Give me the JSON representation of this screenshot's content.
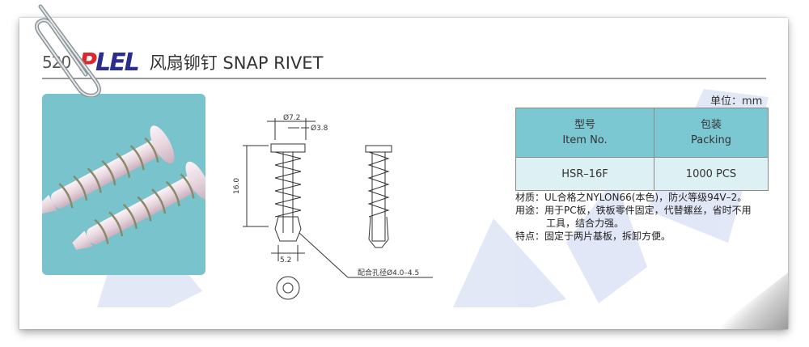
{
  "header": {
    "page_number": "520",
    "brand_part1": "P",
    "brand_part2": "LEL",
    "title": "风扇铆钉 SNAP RIVET"
  },
  "drawing": {
    "dim_head": "Ø7.2",
    "dim_shaft": "Ø3.8",
    "dim_length": "16.0",
    "dim_width": "5.2",
    "hole_note": "配合孔径Ø4.0–4.5"
  },
  "unit_label": "单位：mm",
  "table": {
    "header_item_cn": "型号",
    "header_item_en": "Item No.",
    "header_pack_cn": "包装",
    "header_pack_en": "Packing",
    "item_no": "HSR–16F",
    "packing": "1000 PCS"
  },
  "notes": {
    "material": "材质：UL合格之NYLON66(本色)，防火等级94V–2。",
    "usage": "用途：用于PC板，铁板零件固定，代替螺丝，省时不用",
    "usage_cont": "工具，结合力强。",
    "feature": "特点：固定于两片基板，拆卸方便。"
  },
  "colors": {
    "brand_red": "#e0252b",
    "brand_blue": "#2a2f8f",
    "table_header": "#7cc8d2",
    "table_body": "#ddf0f3",
    "photo_bg": "#78c3cc"
  }
}
